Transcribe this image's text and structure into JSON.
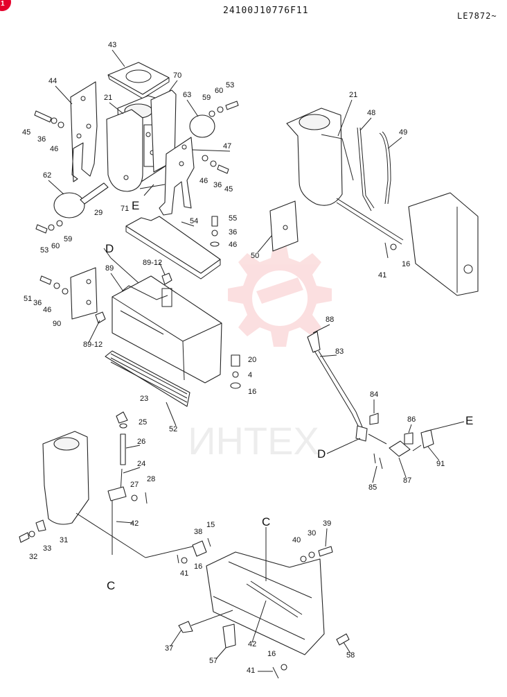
{
  "header": {
    "doc_code": "24100J10776F11",
    "model_code": "LE7872~"
  },
  "watermark": {
    "text": "ИНТЕХ",
    "color": "#e3141b"
  },
  "corner_badge": {
    "color": "#e4002b",
    "text": "1"
  },
  "section_letters": {
    "D_top": "D",
    "E_top": "E",
    "C_left": "C",
    "C_bottom": "C",
    "D_lever": "D",
    "E_right": "E"
  },
  "callouts": {
    "c43": "43",
    "c44": "44",
    "c70": "70",
    "c21a": "21",
    "c63": "63",
    "c59a": "59",
    "c60a": "60",
    "c53a": "53",
    "c45a": "45",
    "c36a": "36",
    "c46a": "46",
    "c47": "47",
    "c46b": "46",
    "c36b": "36",
    "c45b": "45",
    "c62": "62",
    "c29": "29",
    "c71": "71",
    "c53b": "53",
    "c60b": "60",
    "c59b": "59",
    "c54": "54",
    "c55": "55",
    "c36c": "36",
    "c46c": "46",
    "c89_12a": "89-12",
    "c89": "89",
    "c51": "51",
    "c36d": "36",
    "c46d": "46",
    "c90": "90",
    "c89_12b": "89-12",
    "c20": "20",
    "c4": "4",
    "c16a": "16",
    "c23": "23",
    "c25": "25",
    "c52": "52",
    "c21b": "21",
    "c48": "48",
    "c49": "49",
    "c50": "50",
    "c41a": "41",
    "c16b": "16",
    "c88": "88",
    "c83": "83",
    "c84": "84",
    "c86": "86",
    "c91": "91",
    "c87": "87",
    "c85": "85",
    "c26": "26",
    "c24": "24",
    "c27": "27",
    "c28": "28",
    "c42a": "42",
    "c31": "31",
    "c33": "33",
    "c32": "32",
    "c15": "15",
    "c38": "38",
    "c41b": "41",
    "c16c": "16",
    "c40": "40",
    "c30": "30",
    "c39": "39",
    "c37": "37",
    "c57": "57",
    "c42b": "42",
    "c16d": "16",
    "c41c": "41",
    "c58": "58"
  }
}
